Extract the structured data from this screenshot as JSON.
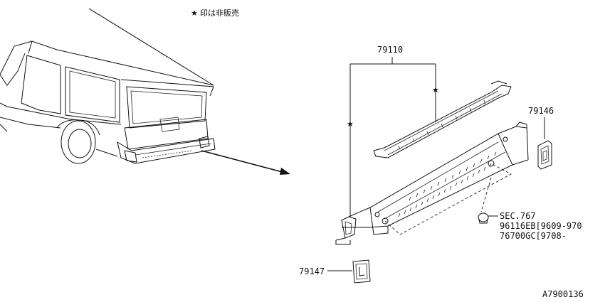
{
  "note": {
    "star": "★",
    "text": "印は非販売"
  },
  "parts": {
    "p79110": "79110",
    "p79146": "79146",
    "p79147": "79147",
    "sec": "SEC.767",
    "p96116": "96116EB[9609-970",
    "p76700": "76700GC[9708-"
  },
  "markers": {
    "star": "★"
  },
  "diagram_id": "A7900136"
}
